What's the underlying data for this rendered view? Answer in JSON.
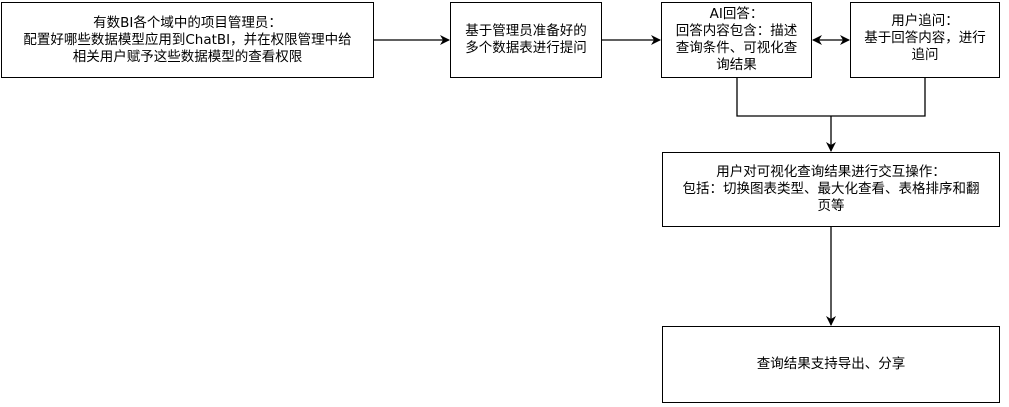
{
  "nodes": {
    "admin_config": {
      "lines": [
        "有数BI各个域中的项目管理员：",
        "配置好哪些数据模型应用到ChatBI，并在权限管理中给",
        "相关用户赋予这些数据模型的查看权限"
      ]
    },
    "ask_question": {
      "lines": [
        "基于管理员准备好的",
        "多个数据表进行提问"
      ]
    },
    "ai_answer": {
      "lines": [
        "AI回答：",
        "回答内容包含：描述",
        "查询条件、可视化查",
        "询结果"
      ]
    },
    "user_followup": {
      "lines": [
        "用户追问：",
        "基于回答内容，进行",
        "追问"
      ]
    },
    "interaction": {
      "lines": [
        "用户对可视化查询结果进行交互操作：",
        "包括：切换图表类型、最大化查看、表格排序和翻",
        "页等"
      ]
    },
    "export_share": {
      "lines": [
        "查询结果支持导出、分享"
      ]
    }
  }
}
